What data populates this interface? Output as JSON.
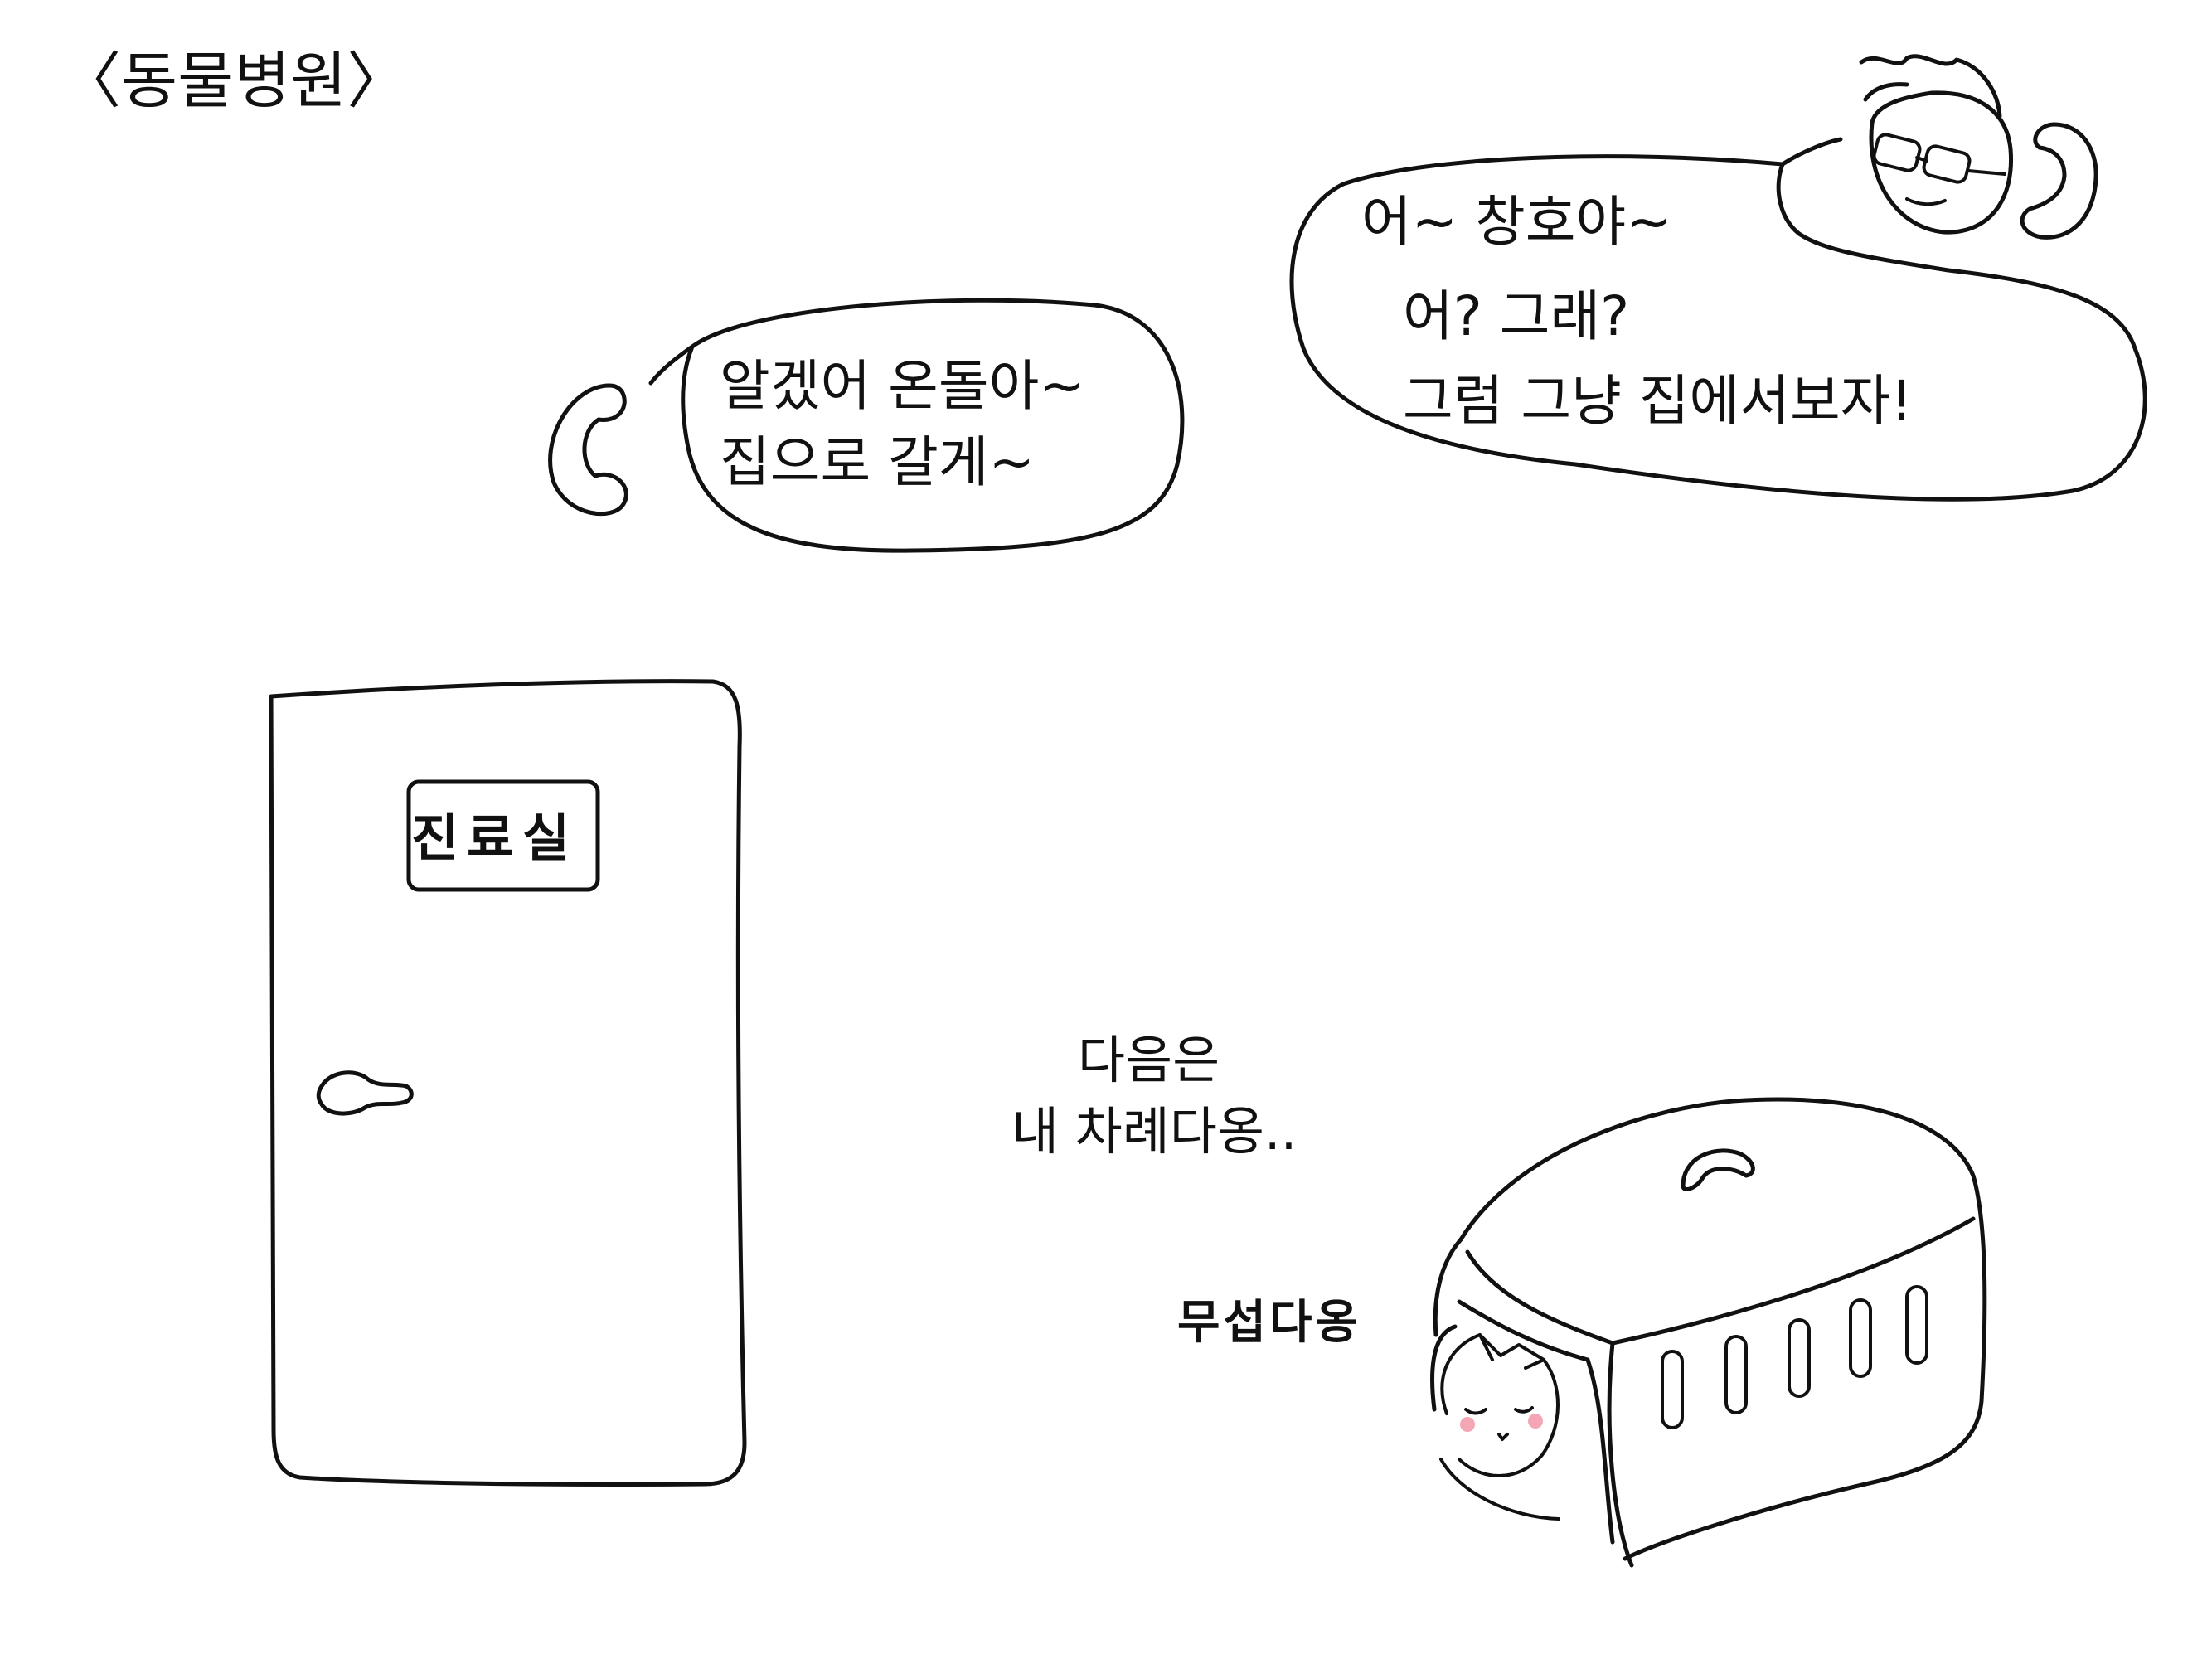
{
  "scene": {
    "title": "〈동물병원〉"
  },
  "dialogue": {
    "left_bubble": {
      "line1": "알겠어 온돌아~",
      "line2": "집으로 갈게~"
    },
    "right_bubble": {
      "line1": "어~ 창호야~",
      "line2": "어? 그래?",
      "line3": "그럼 그냥 집에서보자!"
    }
  },
  "door": {
    "sign": "진료실"
  },
  "narration": {
    "line1": "다음은",
    "line2": "내 차례다옹.."
  },
  "cat": {
    "caption": "무섭다옹"
  },
  "style": {
    "ink_color": "#111111",
    "background_color": "#ffffff",
    "blush_color": "#f4a6b4"
  },
  "icons": [
    "phone-handset-icon",
    "man-with-glasses-icon",
    "door-knob-icon",
    "pet-carrier-handle-icon",
    "cat-face-icon"
  ]
}
